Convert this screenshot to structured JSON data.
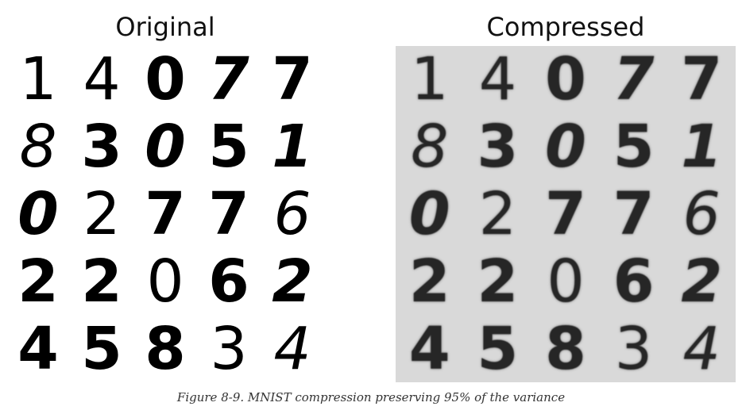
{
  "figure": {
    "panels": {
      "original": {
        "title": "Original",
        "digits": [
          [
            "1",
            "4",
            "0",
            "7",
            "7"
          ],
          [
            "8",
            "3",
            "0",
            "5",
            "1"
          ],
          [
            "0",
            "2",
            "7",
            "7",
            "6"
          ],
          [
            "2",
            "2",
            "0",
            "6",
            "2"
          ],
          [
            "4",
            "5",
            "8",
            "3",
            "4"
          ]
        ],
        "background": "#ffffff"
      },
      "compressed": {
        "title": "Compressed",
        "digits": [
          [
            "1",
            "4",
            "0",
            "7",
            "7"
          ],
          [
            "8",
            "3",
            "0",
            "5",
            "1"
          ],
          [
            "0",
            "2",
            "7",
            "7",
            "6"
          ],
          [
            "2",
            "2",
            "0",
            "6",
            "2"
          ],
          [
            "4",
            "5",
            "8",
            "3",
            "4"
          ]
        ],
        "background": "#d9d9d9"
      }
    },
    "caption": "Figure 8-9. MNIST compression preserving 95% of the variance"
  }
}
